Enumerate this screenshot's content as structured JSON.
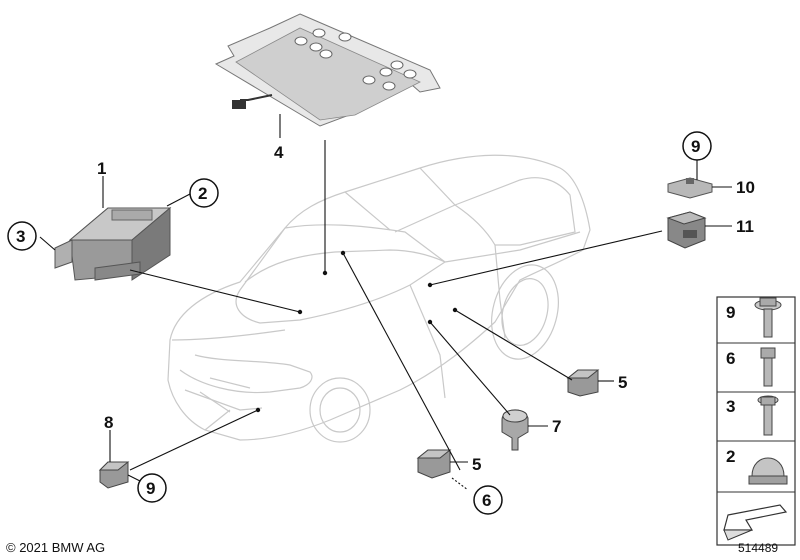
{
  "callouts": {
    "c1": "1",
    "c2": "2",
    "c3": "3",
    "c4": "4",
    "c5a": "5",
    "c5b": "5",
    "c6": "6",
    "c7": "7",
    "c8": "8",
    "c9a": "9",
    "c9b": "9",
    "c10": "10",
    "c11": "11"
  },
  "legend": {
    "items": [
      "9",
      "6",
      "3",
      "2"
    ]
  },
  "footer": {
    "copyright": "© 2021 BMW AG",
    "doc_number": "514489"
  }
}
